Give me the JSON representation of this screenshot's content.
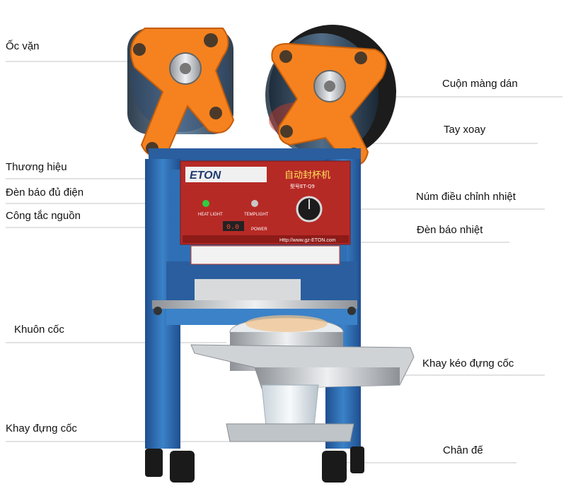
{
  "labels": {
    "oc_van": "Ốc vặn",
    "cuon_mang_dan": "Cuộn màng dán",
    "tay_xoay": "Tay xoay",
    "thuong_hieu": "Thương hiệu",
    "den_bao_du_dien": "Đèn báo đủ điện",
    "cong_tac_nguon": "Công tắc nguồn",
    "num_dieu_chinh_nhiet": "Núm điều chỉnh nhiệt",
    "den_bao_nhiet": "Đèn báo nhiệt",
    "khuon_coc": "Khuôn cốc",
    "khay_keo_dung_coc": "Khay kéo đựng cốc",
    "khay_dung_coc": "Khay đựng cốc",
    "chan_de": "Chân đế"
  },
  "machine": {
    "brand": "ETON",
    "panel_title": "自动封杯机",
    "model": "型号ET-Q9",
    "heat_light_label": "HEAT LIGHT",
    "templight_label": "TEMPLIGHT",
    "power_label": "POWER",
    "display_value": "0.0",
    "website": "Http://www.gz-ETON.com"
  },
  "colors": {
    "accent_orange": "#f5821f",
    "body_blue": "#2f6fb5",
    "panel_red": "#b62a26"
  }
}
